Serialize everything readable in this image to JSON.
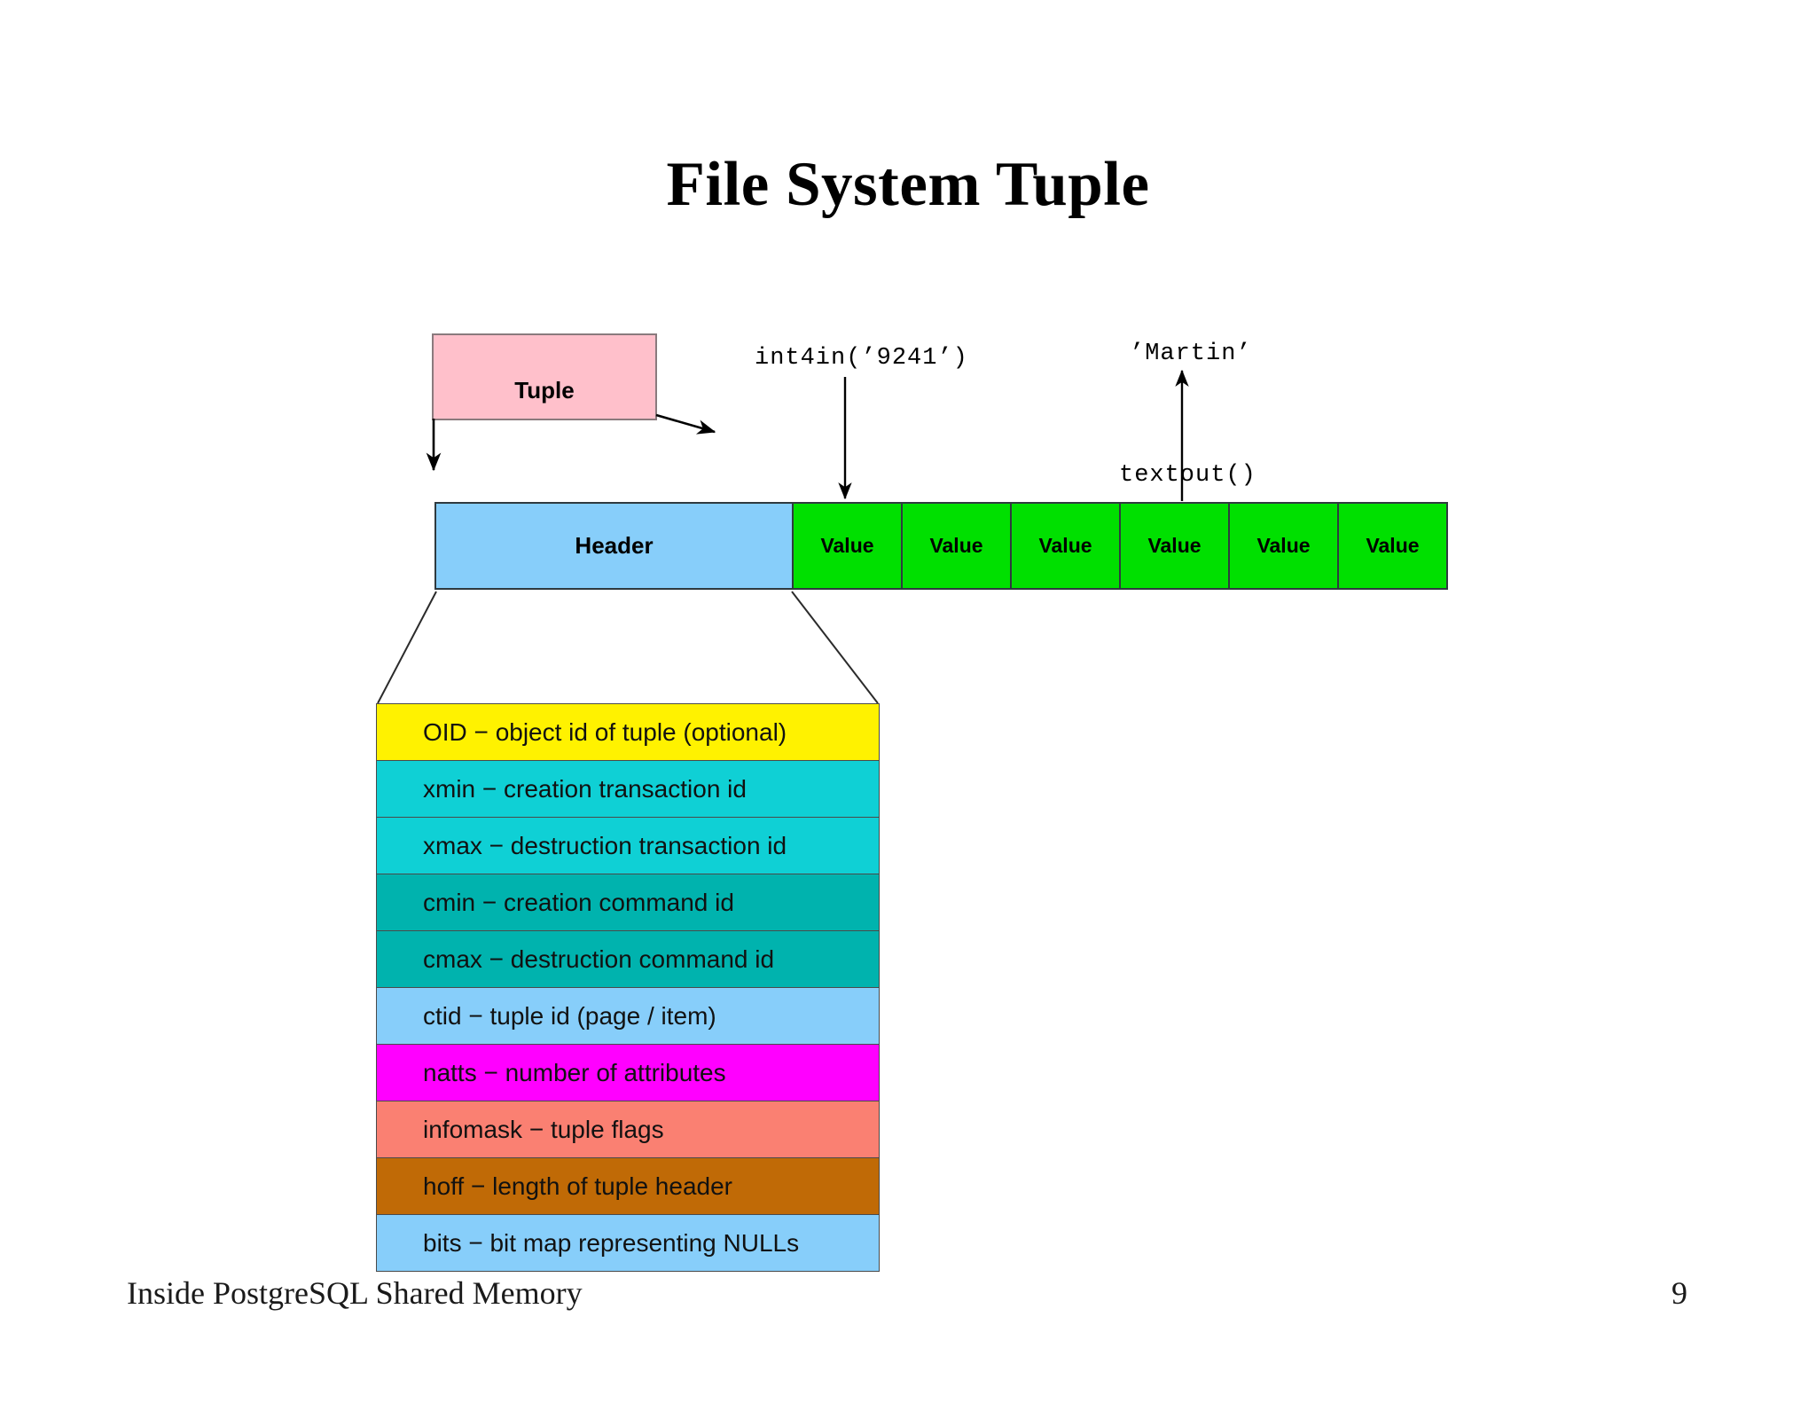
{
  "slide": {
    "title": "File System Tuple",
    "footer": "Inside PostgreSQL Shared Memory",
    "page_number": "9"
  },
  "tuple_box": {
    "label": "Tuple",
    "fill": "#FFC0CB",
    "border": "#8A7A7D"
  },
  "annotations": {
    "int4in": "int4in(’9241’)",
    "martin": "’Martin’",
    "textout": "textout()"
  },
  "tuple_strip": {
    "header_label": "Header",
    "header_fill": "#87CEFA",
    "value_fill": "#00E000",
    "border": "#2F3A3F",
    "cells": [
      {
        "label": "Header",
        "kind": "header"
      },
      {
        "label": "Value",
        "kind": "value"
      },
      {
        "label": "Value",
        "kind": "value"
      },
      {
        "label": "Value",
        "kind": "value"
      },
      {
        "label": "Value",
        "kind": "value"
      },
      {
        "label": "Value",
        "kind": "value"
      },
      {
        "label": "Value",
        "kind": "value"
      }
    ]
  },
  "header_detail": {
    "rows": [
      {
        "name": "oid",
        "label": "OID − object id of tuple (optional)",
        "fill": "#FFF200"
      },
      {
        "name": "xmin",
        "label": "xmin − creation transaction id",
        "fill": "#0FD0D5"
      },
      {
        "name": "xmax",
        "label": "xmax − destruction transaction id",
        "fill": "#0FD0D5"
      },
      {
        "name": "cmin",
        "label": "cmin − creation command id",
        "fill": "#00B3AE"
      },
      {
        "name": "cmax",
        "label": "cmax − destruction command id",
        "fill": "#00B3AE"
      },
      {
        "name": "ctid",
        "label": "ctid − tuple id (page / item)",
        "fill": "#87CEFA"
      },
      {
        "name": "natts",
        "label": "natts − number of attributes",
        "fill": "#FF00FF"
      },
      {
        "name": "infomask",
        "label": "infomask − tuple flags",
        "fill": "#FA8072"
      },
      {
        "name": "hoff",
        "label": "hoff − length of tuple header",
        "fill": "#C06A06"
      },
      {
        "name": "bits",
        "label": "bits − bit map representing NULLs",
        "fill": "#87CEFA"
      }
    ]
  }
}
